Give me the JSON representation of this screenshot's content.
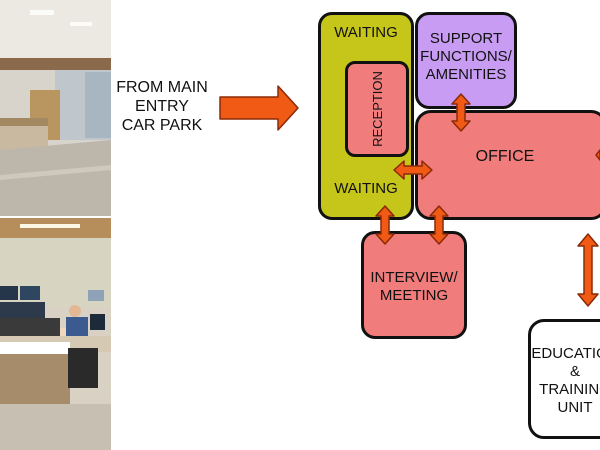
{
  "source": {
    "label": "FROM MAIN\nENTRY\nCAR PARK"
  },
  "blocks": {
    "waiting_top": "WAITING",
    "waiting_bottom": "WAITING",
    "reception": "RECEPTION",
    "support": "SUPPORT\nFUNCTIONS/\nAMENITIES",
    "office": "OFFICE",
    "interview": "INTERVIEW/\nMEETING",
    "education": "EDUCATION\n&\nTRAINING\nUNIT"
  },
  "colors": {
    "waiting": "#c5c51a",
    "support": "#c79cf2",
    "office": "#f07c7c",
    "arrow": "#f05a14",
    "education": "#ffffff"
  },
  "photos": [
    {
      "name": "reception-desk-photo"
    },
    {
      "name": "control-room-photo"
    }
  ]
}
